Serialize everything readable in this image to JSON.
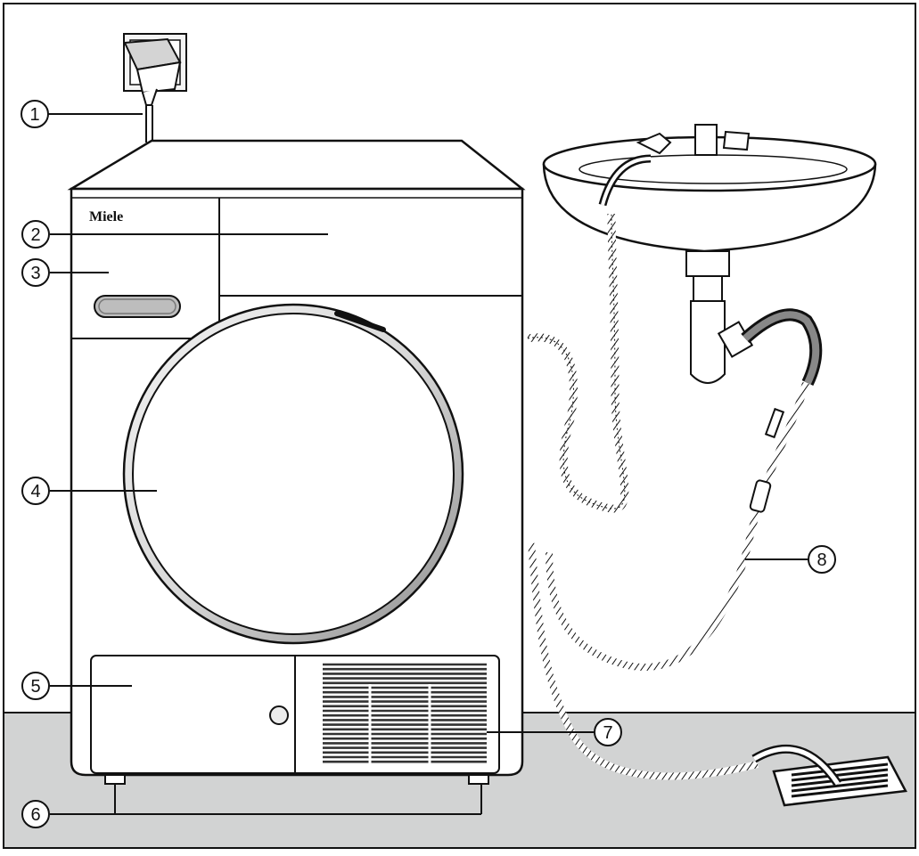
{
  "brand": "Miele",
  "callouts": [
    {
      "id": 1,
      "label": "1"
    },
    {
      "id": 2,
      "label": "2"
    },
    {
      "id": 3,
      "label": "3"
    },
    {
      "id": 4,
      "label": "4"
    },
    {
      "id": 5,
      "label": "5"
    },
    {
      "id": 6,
      "label": "6"
    },
    {
      "id": 7,
      "label": "7"
    },
    {
      "id": 8,
      "label": "8"
    }
  ],
  "colors": {
    "line": "#111111",
    "floor": "#d2d3d3",
    "wall": "#ffffff",
    "door_ring_light": "#e6e6e6",
    "door_ring_dark": "#9a9a9a"
  }
}
